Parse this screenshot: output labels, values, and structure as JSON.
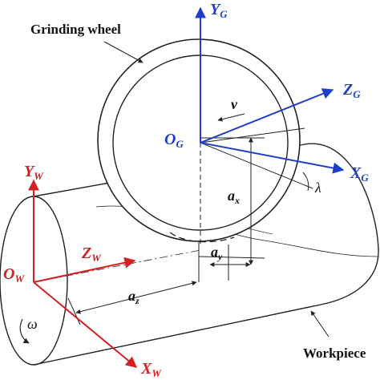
{
  "labels": {
    "grinding_wheel": "Grinding wheel",
    "workpiece": "Workpiece",
    "yg_main": "Y",
    "yg_sub": "G",
    "zg_main": "Z",
    "zg_sub": "G",
    "xg_main": "X",
    "xg_sub": "G",
    "og_main": "O",
    "og_sub": "G",
    "yw_main": "Y",
    "yw_sub": "W",
    "zw_main": "Z",
    "zw_sub": "W",
    "xw_main": "X",
    "xw_sub": "W",
    "ow_main": "O",
    "ow_sub": "W",
    "v": "v",
    "lambda": "λ",
    "ax_main": "a",
    "ax_sub": "x",
    "ay_main": "a",
    "ay_sub": "y",
    "az_main": "a",
    "az_sub": "z",
    "omega": "ω"
  },
  "colors": {
    "grinding_axes": "#1f3fc9",
    "workpiece_axes": "#d42020",
    "lines": "#222222",
    "text": "#111111"
  }
}
